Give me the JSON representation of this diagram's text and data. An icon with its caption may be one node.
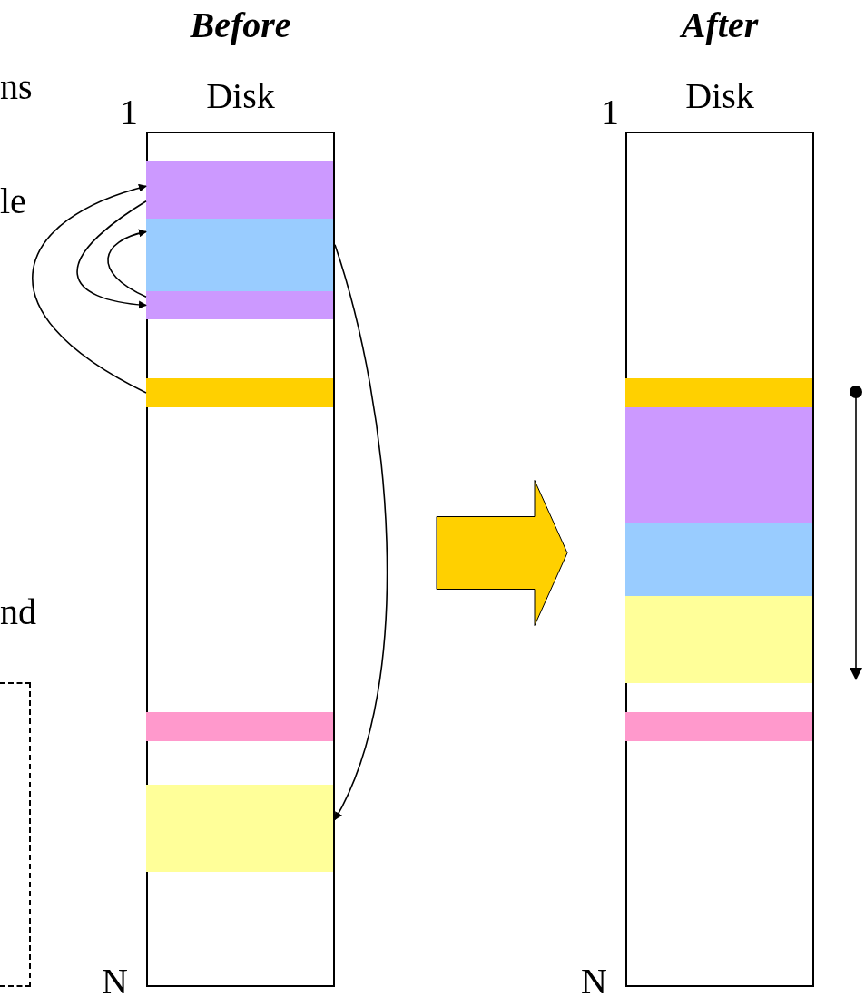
{
  "diagram": {
    "nodes": [
      {
        "text": [
          "Before",
          "Disk"
        ]
      },
      {
        "text": [],
        "shape": "bar",
        "in": 0
      },
      {
        "text": [],
        "shape": "bar",
        "in": 0
      },
      {
        "text": [],
        "shape": "bar",
        "in": 0
      },
      {
        "text": [],
        "shape": "bar",
        "in": 0
      },
      {
        "text": [],
        "shape": "bar",
        "in": 0
      },
      {
        "text": [],
        "shape": "bar",
        "in": 0
      },
      {
        "text": [
          "After",
          "Disk"
        ]
      },
      {
        "text": [],
        "shape": "bar",
        "in": 7
      },
      {
        "text": [],
        "shape": "bar",
        "in": 7
      },
      {
        "text": [],
        "shape": "bar",
        "in": 7
      },
      {
        "text": [],
        "shape": "bar",
        "in": 7
      },
      {
        "text": [],
        "shape": "bar",
        "in": 7
      },
      {
        "text": [],
        "shape": "box"
      }
    ],
    "edges": [
      {
        "from": 4,
        "to": 1,
        "arrow": "to"
      },
      {
        "from": 1,
        "to": 3,
        "arrow": "to"
      },
      {
        "from": 3,
        "to": 2,
        "arrow": "to"
      },
      {
        "from": 2,
        "to": 6,
        "arrow": "to"
      },
      {
        "from": 0,
        "to": 7,
        "arrow": "to",
        "style": "thick",
        "color": "#ffd000"
      }
    ],
    "labels": [
      "ns",
      "1",
      "1",
      "le",
      "nd",
      "N",
      "N"
    ]
  }
}
